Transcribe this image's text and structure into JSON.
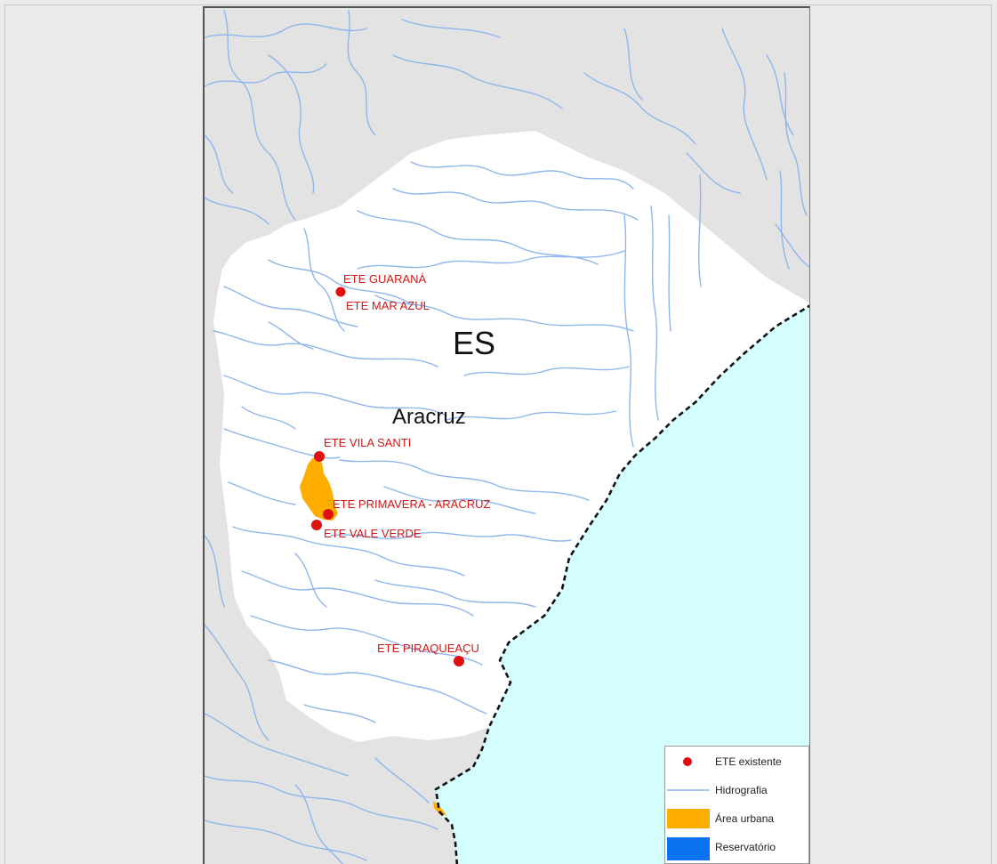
{
  "map": {
    "state_label": "ES",
    "municipality_label": "Aracruz",
    "stations": [
      {
        "name": "ETE GUARANÁ"
      },
      {
        "name": "ETE MAR AZUL"
      },
      {
        "name": "ETE VILA SANTI"
      },
      {
        "name": "ETE PRIMAVERA - ARACRUZ"
      },
      {
        "name": "ETE VALE VERDE"
      },
      {
        "name": "ETE PIRAQUEAÇU"
      }
    ]
  },
  "legend": {
    "items": [
      {
        "label": "ETE existente",
        "symbol": "red-dot",
        "color": "#e01010"
      },
      {
        "label": "Hidrografia",
        "symbol": "line",
        "color": "#8fb6ea"
      },
      {
        "label": "Área urbana",
        "symbol": "fill",
        "color": "#ffae00"
      },
      {
        "label": "Reservatório",
        "symbol": "fill",
        "color": "#0a73f0"
      }
    ]
  },
  "colors": {
    "background": "#ebebeb",
    "surrounding_land": "#e3e3e3",
    "municipality": "#ffffff",
    "ocean": "#d4fdfd",
    "river": "#8fb6ea",
    "station": "#e01010",
    "station_label": "#d01818",
    "urban": "#ffae00",
    "boundary": "#111111"
  }
}
